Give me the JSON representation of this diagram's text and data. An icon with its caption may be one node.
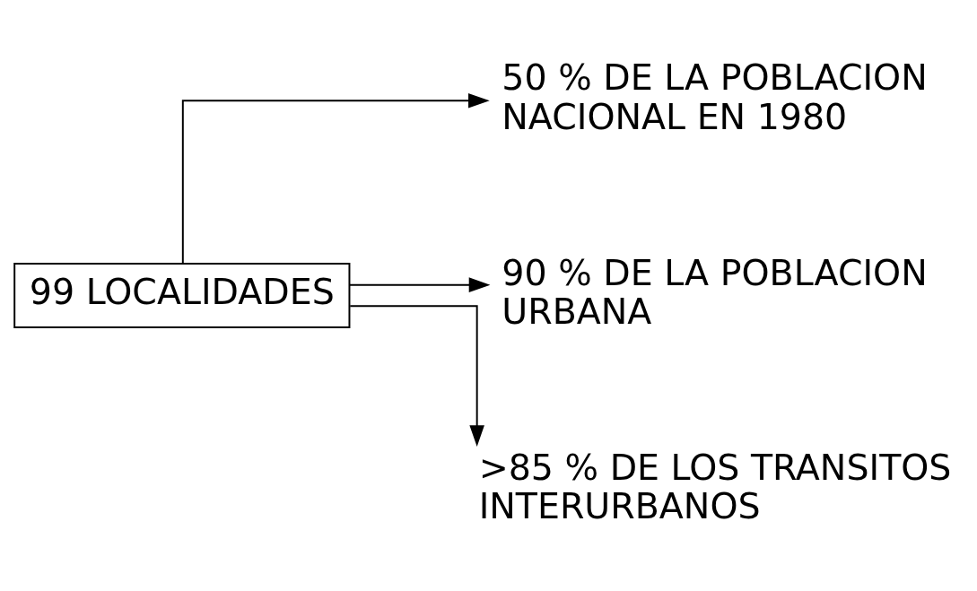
{
  "diagram": {
    "nodes": [
      {
        "text": [
          "99 LOCALIDADES"
        ]
      },
      {
        "text": [
          "50 % DE LA POBLACION NACIONAL EN 1980"
        ]
      },
      {
        "text": [
          "90 % DE LA POBLACION URBANA"
        ]
      },
      {
        "text": [
          ">85 % DE LOS TRANSITOS INTERURBANOS"
        ]
      }
    ],
    "edges": [
      {
        "from": 0,
        "to": 1,
        "arrow": "to"
      },
      {
        "from": 0,
        "to": 2,
        "arrow": "to"
      },
      {
        "from": 0,
        "to": 3,
        "arrow": "to"
      }
    ]
  }
}
